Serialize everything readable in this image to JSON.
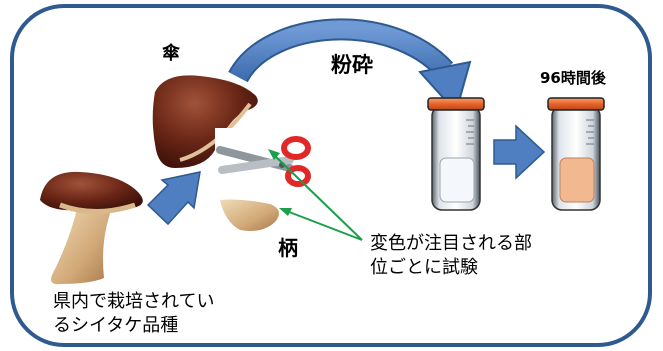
{
  "labels": {
    "cap": "傘",
    "grind": "粉砕",
    "after_96h": "96時間後",
    "stem": "柄",
    "sample_line1": "県内で栽培されてい",
    "sample_line2": "るシイタケ品種",
    "test_line1": "変色が注目される部",
    "test_line2": "位ごとに試験"
  },
  "colors": {
    "frame": "#2e5a8f",
    "arrow_blue": "#4f7fc1",
    "pointer_green": "#19a04a",
    "cap_brown": "#5c1f12",
    "tube_cap_orange": "#e8632a",
    "tube_liquid_initial": "#f4f7fb",
    "tube_liquid_after": "#f2b890",
    "scissors_red": "#e02828"
  },
  "icons": [
    "shiitake-mushroom-icon",
    "mushroom-cap-icon",
    "mushroom-stem-icon",
    "scissors-icon",
    "test-tube-icon"
  ]
}
